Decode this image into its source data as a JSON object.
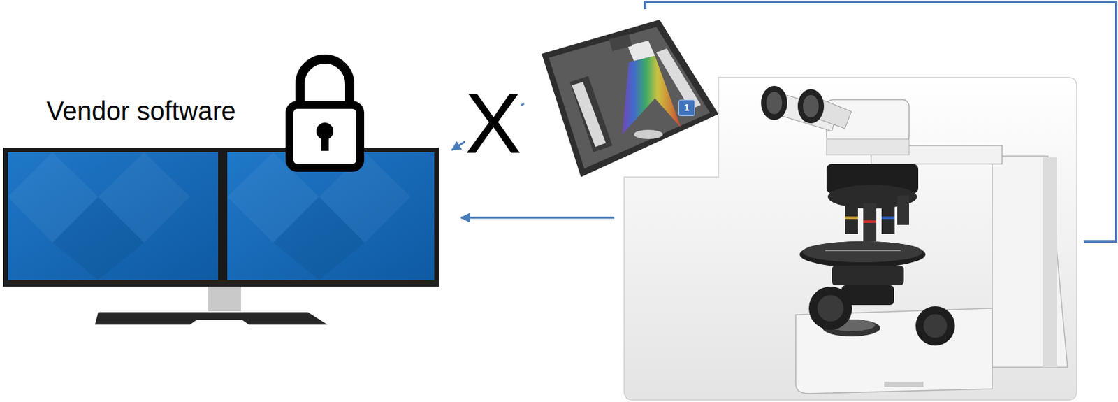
{
  "diagram": {
    "nodes": [
      {
        "text": [
          "Vendor software"
        ]
      },
      {
        "text": [
          "1"
        ]
      }
    ],
    "edges": [
      {
        "from": 1,
        "to": 0,
        "arrow": "to",
        "label": "X"
      }
    ]
  }
}
